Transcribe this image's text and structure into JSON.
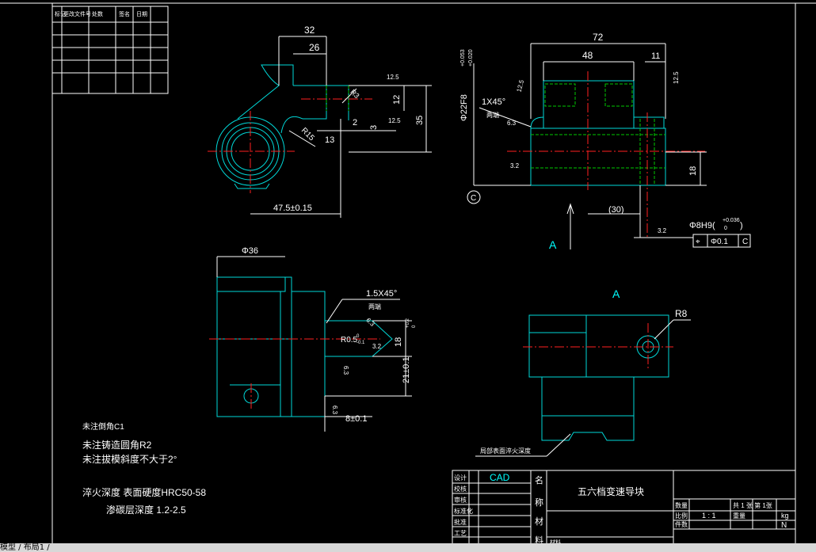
{
  "revision_table": {
    "headers": [
      "标记",
      "更改文件号",
      "处数",
      "签名",
      "日期"
    ]
  },
  "view1": {
    "dims": [
      "32",
      "26",
      "35",
      "12",
      "2",
      "3",
      "13",
      "47.5±0.15",
      "R15",
      "R3"
    ],
    "roughness": [
      "12.5",
      "12.5"
    ]
  },
  "view2": {
    "dims": [
      "72",
      "48",
      "11",
      "18",
      "(30)",
      "1X45°"
    ],
    "dia_label": "Φ22F8",
    "dia_tol_upper": "+0.053",
    "dia_tol_lower": "+0.020",
    "chamfer_note": "两端",
    "roughness": [
      "12.5",
      "6.3",
      "12.5",
      "3.2",
      "3.2"
    ],
    "datum_letter": "C",
    "hole_label": "Φ8H9(",
    "hole_tol_upper": "+0.036",
    "hole_tol_lower": "0",
    "hole_close": ")",
    "position_symbol": "⌖",
    "position_tol": "Φ0.1",
    "position_datum": "C",
    "view_label": "A"
  },
  "view3": {
    "dims": [
      "Φ36",
      "1.5X45°",
      "R0.5",
      "18",
      "21±0.1",
      "8±0.1"
    ],
    "chamfer_note": "两端",
    "r05_tol_upper": "0",
    "r05_tol_lower": "-0.1",
    "d18_tol_upper": "+0.2",
    "d18_tol_lower": "0",
    "roughness": [
      "6.3",
      "3.2",
      "6.3",
      "6.3"
    ]
  },
  "view4": {
    "label": "A",
    "dims": [
      "R8"
    ],
    "note": "局部表面淬火深度"
  },
  "notes": [
    "未注倒角C1",
    "未注铸造圆角R2",
    "未注拔模斜度不大于2°",
    "淬火深度 表面硬度HRC50-58",
    "渗碳层深度 1.2-2.5"
  ],
  "title_block": {
    "left_rows": [
      "设计",
      "校核",
      "审核",
      "标准化",
      "批准",
      "工艺"
    ],
    "designer": "CAD",
    "col_labels": [
      "名",
      "称",
      "材",
      "料"
    ],
    "part_name": "五六档变速导块",
    "scale_label": "比例",
    "scale_value": "1 : 1",
    "weight_unit": "kg",
    "sheet_label": "共 1 张 第 1张",
    "weight_label": "重量",
    "qty_label": "件数",
    "code_label": "数量",
    "n_letter": "N",
    "material_prefix": "材料"
  },
  "status_bar": {
    "tabs": "模型 / 布局1 /"
  }
}
